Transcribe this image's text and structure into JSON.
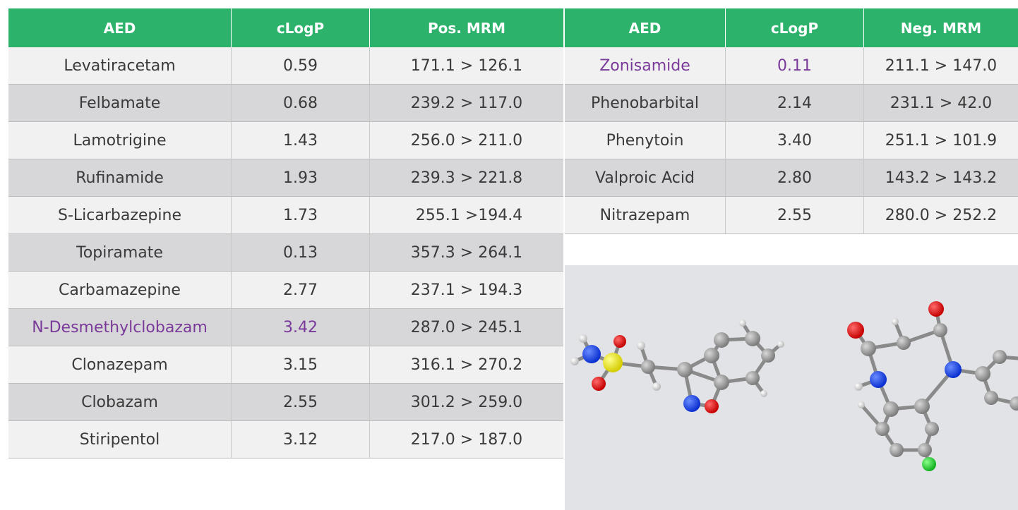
{
  "colors": {
    "header_green": "#2cb26b",
    "row_light": "#f1f1f1",
    "row_dark": "#d7d7d9",
    "highlight_purple": "#7a3a9a",
    "panel_bg": "#e2e3e7"
  },
  "left_table": {
    "headers": [
      "AED",
      "cLogP",
      "Pos. MRM"
    ],
    "rows": [
      [
        "Levatiracetam",
        "0.59",
        "171.1 > 126.1"
      ],
      [
        "Felbamate",
        "0.68",
        "239.2 > 117.0"
      ],
      [
        "Lamotrigine",
        "1.43",
        "256.0 > 211.0"
      ],
      [
        "Rufinamide",
        "1.93",
        "239.3 > 221.8"
      ],
      [
        "S-Licarbazepine",
        "1.73",
        " 255.1 >194.4"
      ],
      [
        "Topiramate",
        "0.13",
        "357.3 > 264.1"
      ],
      [
        "Carbamazepine",
        "2.77",
        "237.1 > 194.3"
      ],
      [
        "N-Desmethylclobazam",
        "3.42",
        "287.0 > 245.1"
      ],
      [
        "Clonazepam",
        "3.15",
        "316.1 > 270.2"
      ],
      [
        "Clobazam",
        "2.55",
        "301.2 > 259.0"
      ],
      [
        "Stiripentol",
        "3.12",
        "217.0 > 187.0"
      ]
    ]
  },
  "right_table": {
    "headers": [
      "AED",
      "cLogP",
      "Neg. MRM"
    ],
    "rows": [
      [
        "Zonisamide",
        "0.11",
        "211.1 > 147.0"
      ],
      [
        "Phenobarbital",
        "2.14",
        "231.1 > 42.0"
      ],
      [
        "Phenytoin",
        "3.40",
        "251.1 > 101.9"
      ],
      [
        "Valproic Acid",
        "2.80",
        "143.2 > 143.2"
      ],
      [
        "Nitrazepam",
        "2.55",
        "280.0 > 252.2"
      ]
    ]
  },
  "molecule_image": {
    "icons": [
      "zonisamide-molecule-icon",
      "n-desmethylclobazam-molecule-icon"
    ]
  }
}
